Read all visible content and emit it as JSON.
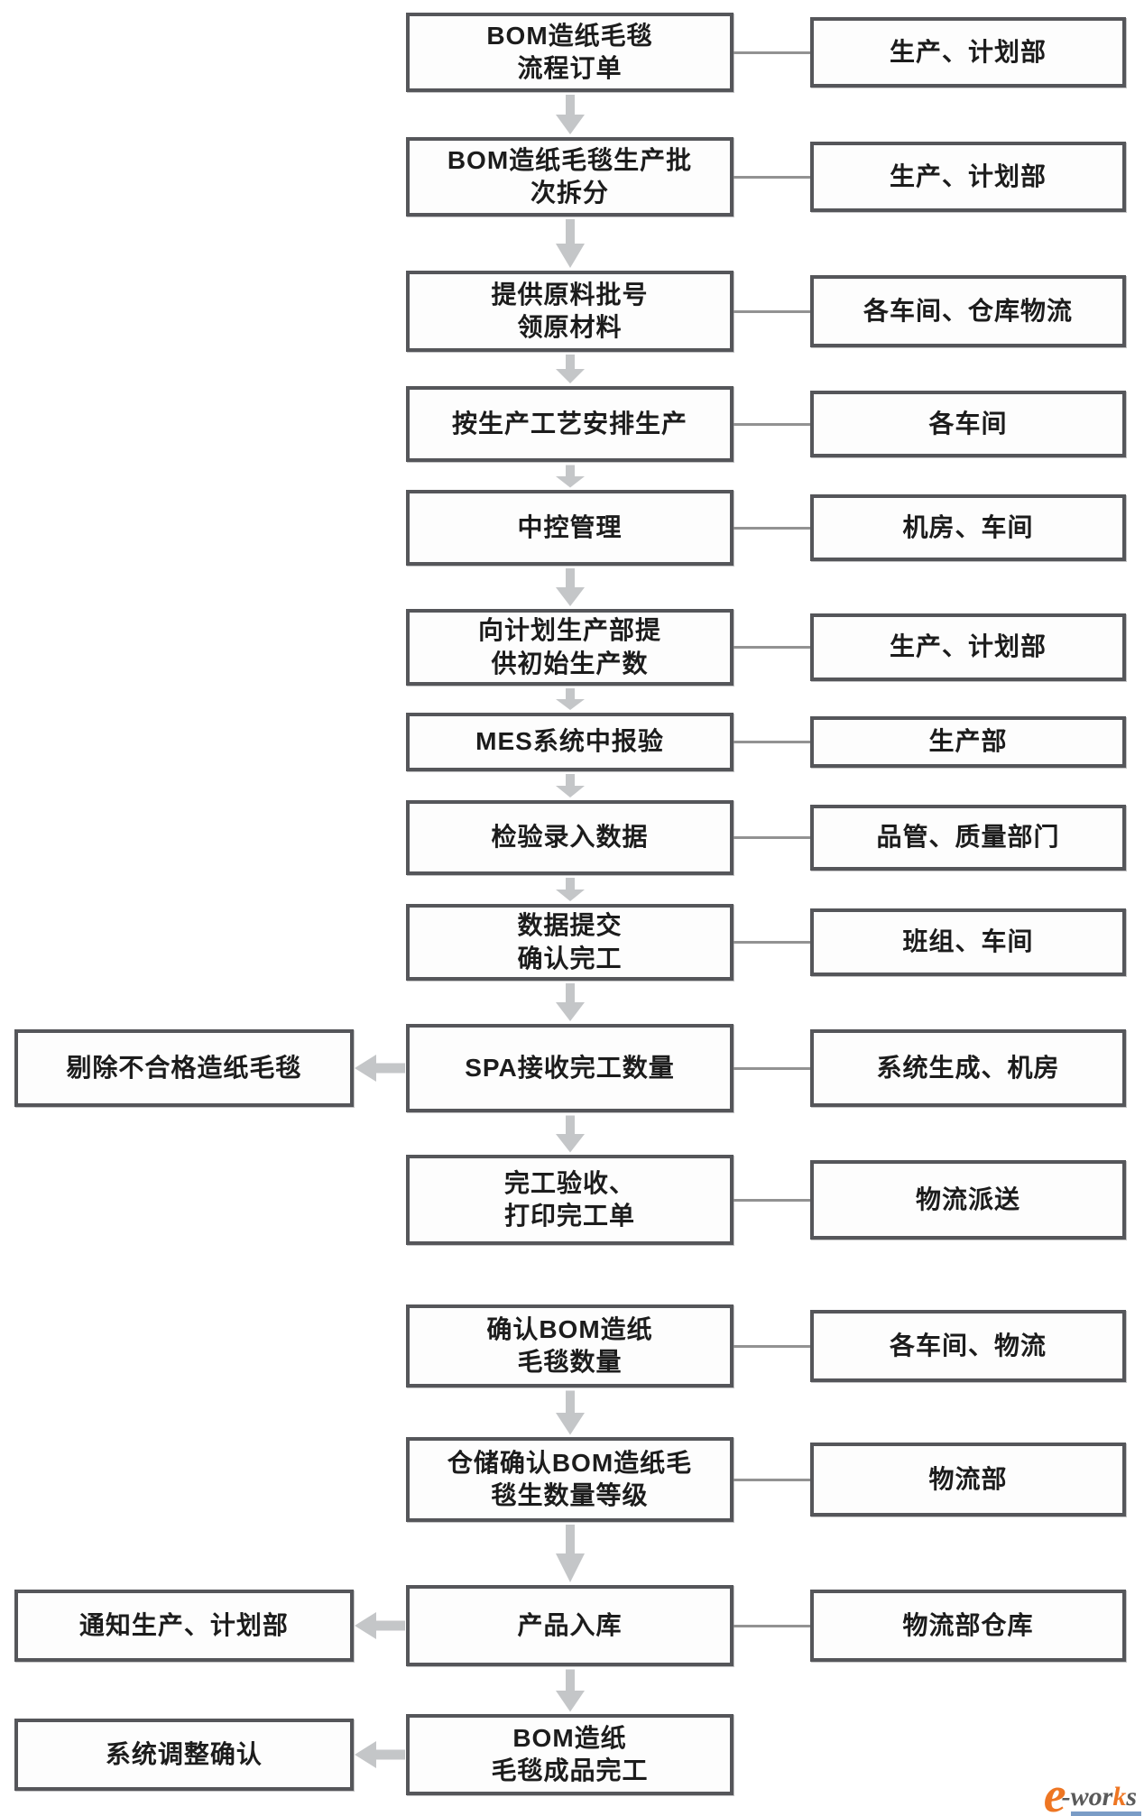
{
  "diagram": {
    "rows": [
      {
        "process": "BOM造纸毛毯\n流程订单",
        "dept": "生产、计划部",
        "left_note": null,
        "arrow_to_next": true
      },
      {
        "process": "BOM造纸毛毯生产批\n次拆分",
        "dept": "生产、计划部",
        "left_note": null,
        "arrow_to_next": true
      },
      {
        "process": "提供原料批号\n领原材料",
        "dept": "各车间、仓库物流",
        "left_note": null,
        "arrow_to_next": true
      },
      {
        "process": "按生产工艺安排生产",
        "dept": "各车间",
        "left_note": null,
        "arrow_to_next": true
      },
      {
        "process": "中控管理",
        "dept": "机房、车间",
        "left_note": null,
        "arrow_to_next": true
      },
      {
        "process": "向计划生产部提\n供初始生产数",
        "dept": "生产、计划部",
        "left_note": null,
        "arrow_to_next": true
      },
      {
        "process": "MES系统中报验",
        "dept": "生产部",
        "left_note": null,
        "arrow_to_next": true
      },
      {
        "process": "检验录入数据",
        "dept": "品管、质量部门",
        "left_note": null,
        "arrow_to_next": true
      },
      {
        "process": "数据提交\n确认完工",
        "dept": "班组、车间",
        "left_note": null,
        "arrow_to_next": true
      },
      {
        "process": "SPA接收完工数量",
        "dept": "系统生成、机房",
        "left_note": "剔除不合格造纸毛毯",
        "arrow_to_next": true
      },
      {
        "process": "完工验收、\n打印完工单",
        "dept": "物流派送",
        "left_note": null,
        "arrow_to_next": false
      },
      {
        "process": "确认BOM造纸\n毛毯数量",
        "dept": "各车间、物流",
        "left_note": null,
        "arrow_to_next": true
      },
      {
        "process": "仓储确认BOM造纸毛\n毯生数量等级",
        "dept": "物流部",
        "left_note": null,
        "arrow_to_next": true
      },
      {
        "process": "产品入库",
        "dept": "物流部仓库",
        "left_note": "通知生产、计划部",
        "arrow_to_next": true
      },
      {
        "process": "BOM造纸\n毛毯成品完工",
        "dept": null,
        "left_note": "系统调整确认",
        "arrow_to_next": false
      }
    ],
    "colors": {
      "box_border": "#55565a",
      "box_fill": "#fdfdfd",
      "text": "#1c1c1c",
      "connector": "#929292",
      "arrow": "#c4c6c8",
      "logo_orange": "#ee7623",
      "logo_gray": "#5a5a5a",
      "logo_blue": "#7a9cc6"
    },
    "logo": {
      "e": "e",
      "part1": "-wor",
      "k": "k",
      "s": "s"
    }
  }
}
